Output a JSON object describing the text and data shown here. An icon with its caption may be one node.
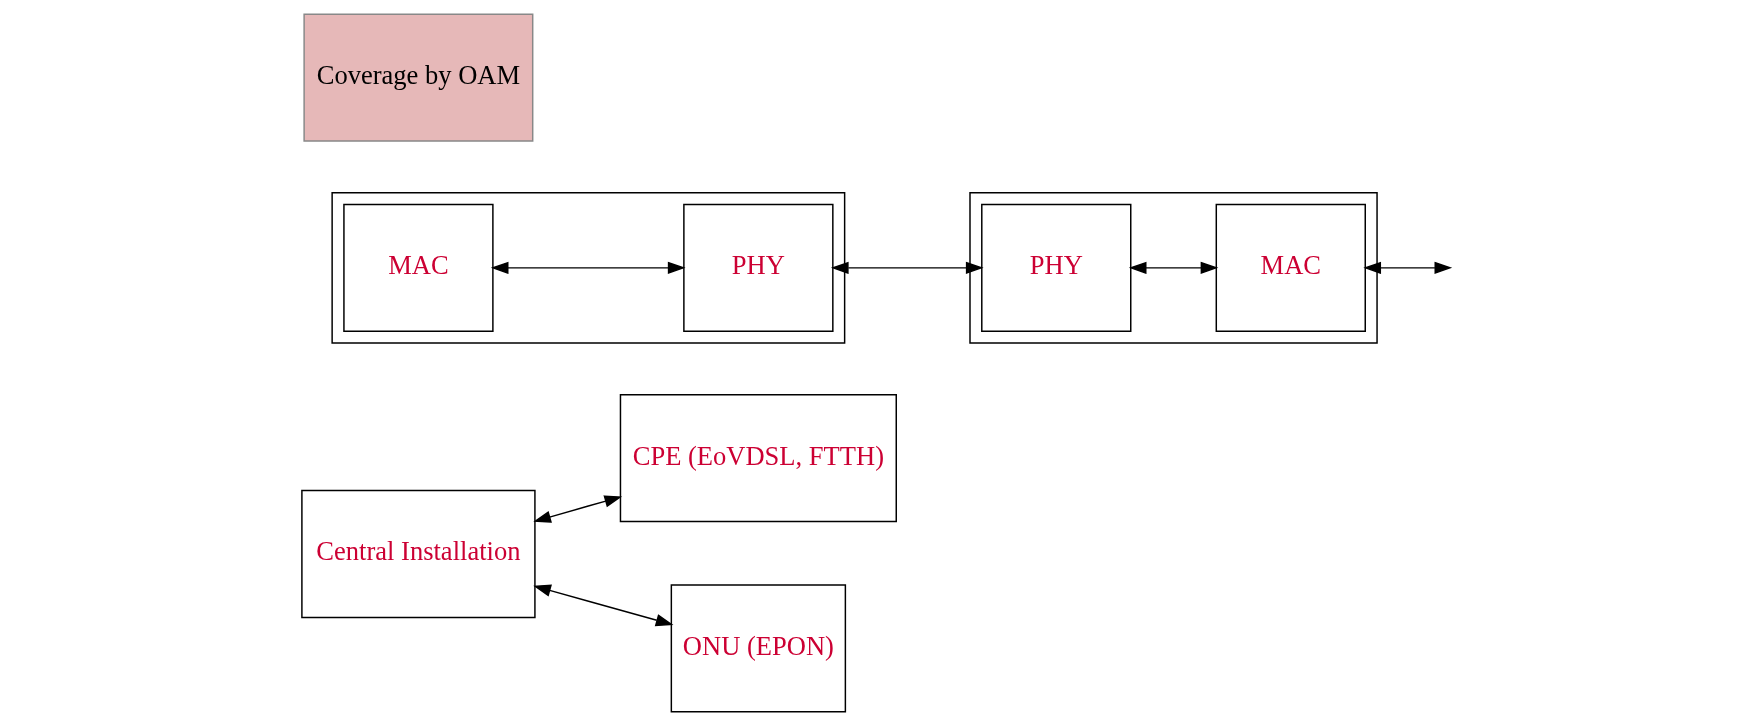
{
  "diagram": {
    "nodes": [
      {
        "text": [
          "CPE (EoVDSL, FTTH)"
        ]
      },
      {
        "text": [
          "Central Installation"
        ]
      },
      {
        "text": [],
        "shape": "box"
      },
      {
        "text": [
          "MAC"
        ],
        "in": 2
      },
      {
        "text": [
          "PHY"
        ],
        "in": 2
      },
      {
        "text": [
          "Coverage by OAM"
        ]
      },
      {
        "text": [],
        "shape": "box"
      },
      {
        "text": [
          "PHY"
        ],
        "in": 6
      },
      {
        "text": [
          "MAC"
        ],
        "in": 6
      },
      {
        "text": [
          "ONU (EPON)"
        ]
      }
    ],
    "edges": [
      {
        "from": 1,
        "to": 0,
        "arrow": "both"
      },
      {
        "from": 3,
        "to": 4,
        "arrow": "both"
      },
      {
        "from": 4,
        "to": 7,
        "arrow": "both"
      },
      {
        "from": 7,
        "to": 8,
        "arrow": "both"
      },
      {
        "from": 8,
        "to": null,
        "arrow": "both"
      },
      {
        "from": 1,
        "to": 9,
        "arrow": "both"
      }
    ]
  }
}
